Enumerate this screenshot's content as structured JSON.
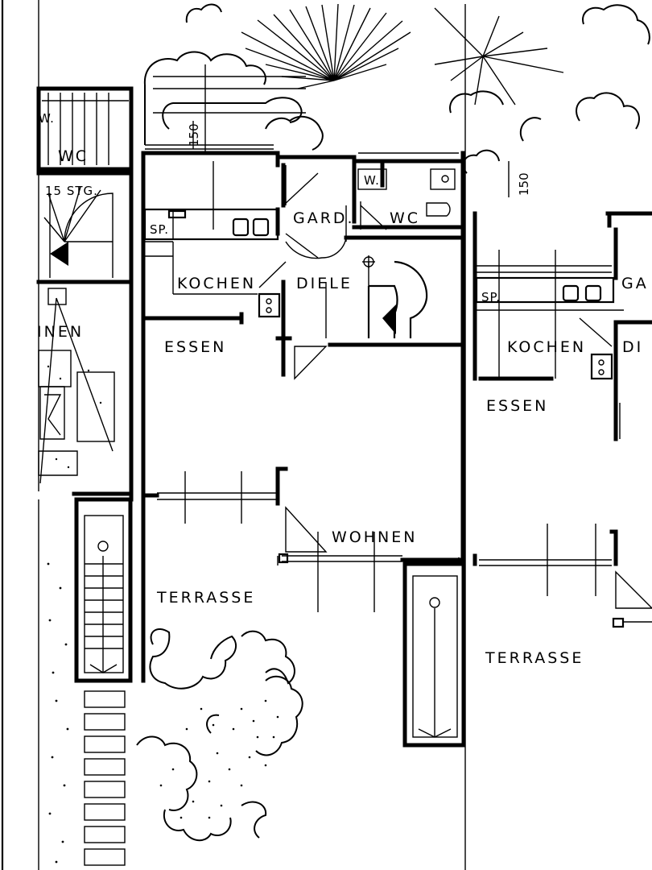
{
  "labels": {
    "terrasse_left": "TERRASSE",
    "terrasse_right": "TERRASSE",
    "wohnen": "WOHNEN",
    "essen_left": "ESSEN",
    "essen_right": "ESSEN",
    "kochen_left": "KOCHEN",
    "kochen_right": "KOCHEN",
    "diele_left": "DIELE",
    "diele_right_partial": "DI",
    "gard_left": "GARD.",
    "gard_right_partial": "GA",
    "wc_left": "WC",
    "wc_far_left": "WC",
    "w_left": "W.",
    "w_far_left": "W.",
    "sp_left": "SP.",
    "sp_right": "SP.",
    "stairs": "15 STG.",
    "inen_partial": "INEN"
  },
  "dimensions": {
    "left": "150",
    "right": "150"
  }
}
